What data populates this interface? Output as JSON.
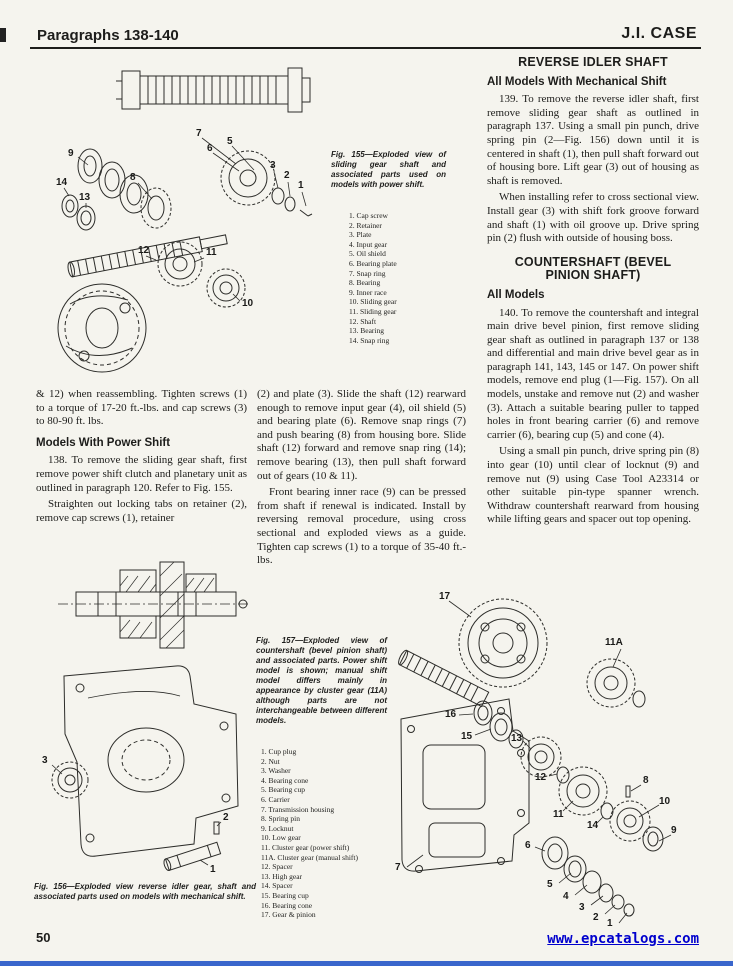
{
  "header": {
    "left": "Paragraphs 138-140",
    "right": "J.I. CASE"
  },
  "columns": {
    "left": {
      "cont": "& 12) when reassembling. Tighten screws (1) to a torque of 17-20 ft.-lbs. and cap screws (3) to 80-90 ft. lbs.",
      "heading": "Models With Power Shift",
      "p138a": "138. To remove the sliding gear shaft, first remove power shift clutch and planetary unit as outlined in paragraph 120. Refer to Fig. 155.",
      "p138b": "Straighten out locking tabs on retainer (2), remove cap screws (1), retainer"
    },
    "middle": {
      "p1": "(2) and plate (3). Slide the shaft (12) rearward enough to remove input gear (4), oil shield (5) and bearing plate (6). Remove snap rings (7) and push bearing (8) from housing bore. Slide shaft (12) forward and remove snap ring (14); remove bearing (13), then pull shaft forward out of gears (10 & 11).",
      "p2": "Front bearing inner race (9) can be pressed from shaft if renewal is indicated. Install by reversing removal procedure, using cross sectional and exploded views as a guide. Tighten cap screws (1) to a torque of 35-40 ft.-lbs."
    },
    "right": {
      "h1": "REVERSE IDLER SHAFT",
      "sub1": "All Models With Mechanical Shift",
      "p139a": "139. To remove the reverse idler shaft, first remove sliding gear shaft as outlined in paragraph 137. Using a small pin punch, drive spring pin (2—Fig. 156) down until it is centered in shaft (1), then pull shaft forward out of housing bore. Lift gear (3) out of housing as shaft is removed.",
      "p139b": "When installing refer to cross sectional view. Install gear (3) with shift fork groove forward and shaft (1) with oil groove up. Drive spring pin (2) flush with outside of housing boss.",
      "h2": "COUNTERSHAFT (BEVEL PINION SHAFT)",
      "sub2": "All Models",
      "p140a": "140. To remove the countershaft and integral main drive bevel pinion, first remove sliding gear shaft as outlined in paragraph 137 or 138 and differential and main drive bevel gear as in paragraph 141, 143, 145 or 147. On power shift models, remove end plug (1—Fig. 157). On all models, unstake and remove nut (2) and washer (3). Attach a suitable bearing puller to tapped holes in front bearing carrier (6) and remove carrier (6), bearing cup (5) and cone (4).",
      "p140b": "Using a small pin punch, drive spring pin (8) into gear (10) until clear of locknut (9) and remove nut (9) using Case Tool A23314 or other suitable pin-type spanner wrench. Withdraw countershaft rearward from housing while lifting gears and spacer out top opening."
    }
  },
  "figures": {
    "fig155": {
      "caption": "Fig. 155—Exploded view of sliding gear shaft and associated parts used on models with power shift.",
      "parts": [
        "1. Cap screw",
        "2. Retainer",
        "3. Plate",
        "4. Input gear",
        "5. Oil shield",
        "6. Bearing plate",
        "7. Snap ring",
        "8. Bearing",
        "9. Inner race",
        "10. Sliding gear",
        "11. Sliding gear",
        "12. Shaft",
        "13. Bearing",
        "14. Snap ring"
      ],
      "callouts": [
        "9",
        "7",
        "6",
        "5",
        "3",
        "2",
        "1",
        "14",
        "13",
        "8",
        "12",
        "11",
        "10"
      ]
    },
    "fig156": {
      "caption": "Fig. 156—Exploded view reverse idler gear, shaft and associated parts used on models with mechanical shift.",
      "callouts": [
        "3",
        "2",
        "1"
      ]
    },
    "fig157": {
      "caption": "Fig. 157—Exploded view of countershaft (bevel pinion shaft) and associated parts. Power shift model is shown; manual shift model differs mainly in appearance by cluster gear (11A) although parts are not interchangeable between different models.",
      "parts": [
        "1. Cup plug",
        "2. Nut",
        "3. Washer",
        "4. Bearing cone",
        "5. Bearing cup",
        "6. Carrier",
        "7. Transmission housing",
        "8. Spring pin",
        "9. Locknut",
        "10. Low gear",
        "11. Cluster gear (power shift)",
        "11A. Cluster gear (manual shift)",
        "12. Spacer",
        "13. High gear",
        "14. Spacer",
        "15. Bearing cup",
        "16. Bearing cone",
        "17. Gear & pinion"
      ],
      "callouts": [
        "17",
        "11A",
        "16",
        "15",
        "8",
        "13",
        "12",
        "14",
        "11",
        "10",
        "9",
        "7",
        "6",
        "5",
        "4",
        "3",
        "2",
        "1"
      ]
    }
  },
  "footer": {
    "page_number": "50",
    "link": "www.epcatalogs.com"
  }
}
